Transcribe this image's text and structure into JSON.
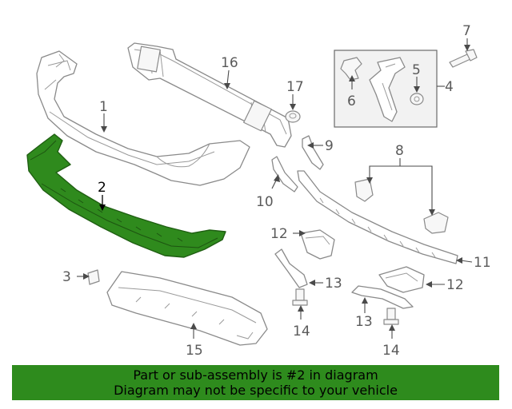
{
  "callouts": {
    "c1": "1",
    "c2": "2",
    "c3": "3",
    "c4": "4",
    "c5": "5",
    "c6": "6",
    "c7": "7",
    "c8": "8",
    "c9": "9",
    "c10": "10",
    "c11": "11",
    "c12a": "12",
    "c12b": "12",
    "c13a": "13",
    "c13b": "13",
    "c14a": "14",
    "c14b": "14",
    "c15": "15",
    "c16": "16",
    "c17": "17"
  },
  "highlighted_part": "2",
  "colors": {
    "highlight": "#2e8b1d",
    "banner": "#2e8b1d"
  },
  "banner": {
    "line1": "Part or sub-assembly is #2 in diagram",
    "line2": "Diagram may not be specific to your vehicle"
  }
}
